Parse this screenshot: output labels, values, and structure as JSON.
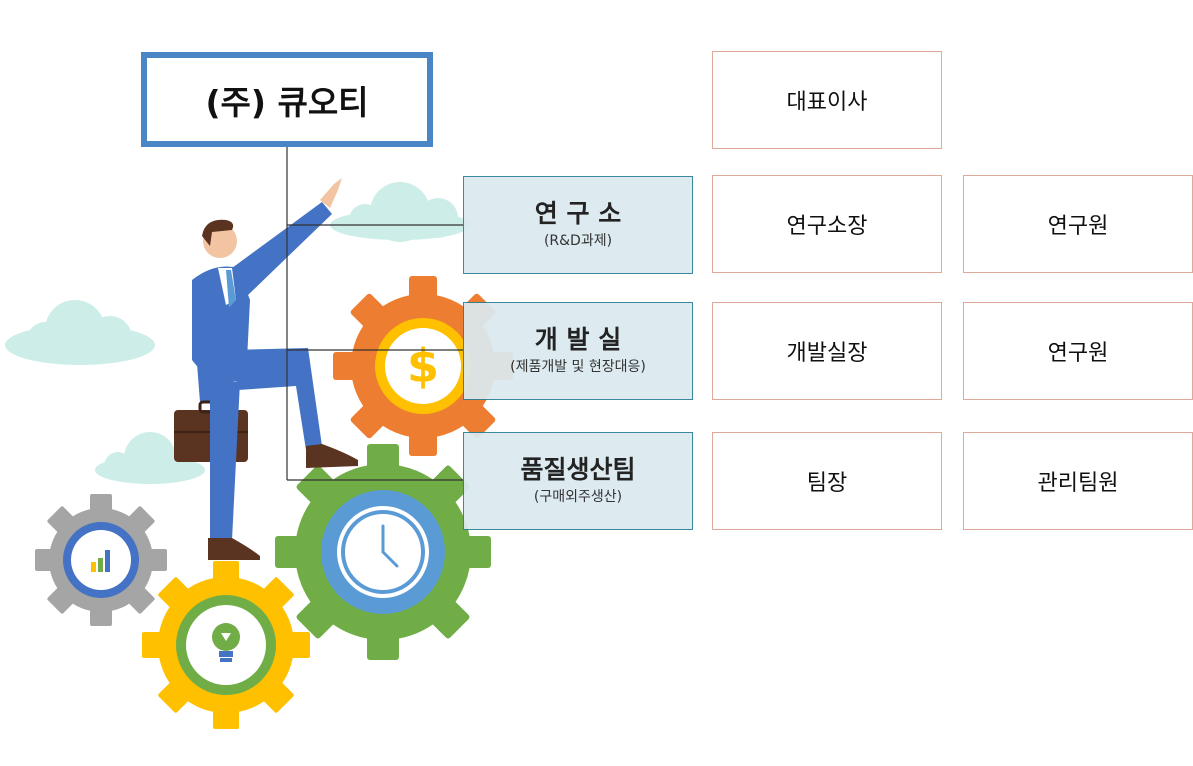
{
  "company": {
    "name": "(주) 큐오티"
  },
  "departments": [
    {
      "name": "연 구 소",
      "sub": "(R&D과제)",
      "roles": [
        "연구소장",
        "연구원"
      ]
    },
    {
      "name": "개 발 실",
      "sub": "(제품개발 및 현장대응)",
      "roles": [
        "개발실장",
        "연구원"
      ]
    },
    {
      "name": "품질생산팀",
      "sub": "(구매외주생산)",
      "roles": [
        "팀장",
        "관리팀원"
      ]
    }
  ],
  "ceo": {
    "title": "대표이사"
  },
  "illustration": {
    "subject": "businessman climbing gears",
    "icons": [
      "dollar-icon",
      "clock-icon",
      "bar-chart-icon",
      "lightbulb-icon"
    ],
    "colors": {
      "gear_orange": "#ed7d31",
      "gear_green": "#70ad47",
      "gear_gray": "#a5a5a5",
      "gear_yellow": "#ffc000",
      "suit_blue": "#4472c4",
      "cloud": "#cdeee8",
      "company_border": "#4a86c5",
      "dept_fill": "#dbeaf0",
      "role_border": "#e0a79b"
    }
  }
}
